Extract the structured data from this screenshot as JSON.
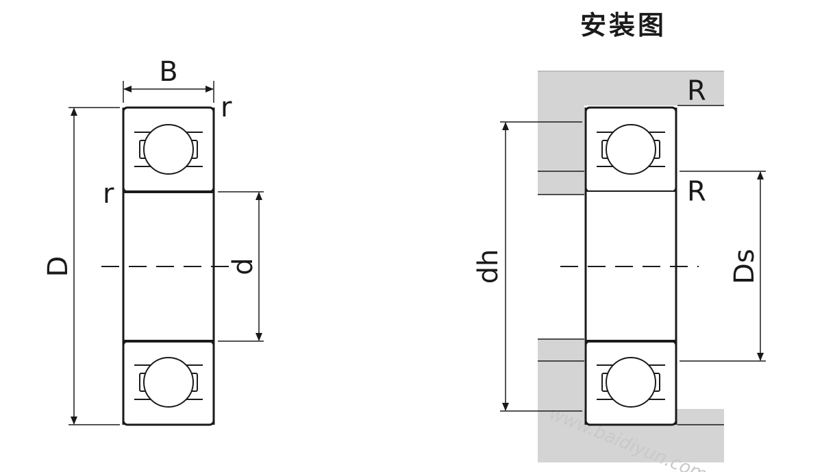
{
  "title": "安装图",
  "left_view": {
    "dim_B": "B",
    "dim_D": "D",
    "dim_d": "d",
    "radius_top": "r",
    "radius_inner": "r"
  },
  "right_view": {
    "radius_top": "R",
    "radius_inner": "R",
    "dim_dh": "dh",
    "dim_Ds": "Ds",
    "watermark": "www.baidiyun.com"
  },
  "colors": {
    "line": "#1a1a1a",
    "housing": "#d4d4d4",
    "background": "#ffffff"
  }
}
